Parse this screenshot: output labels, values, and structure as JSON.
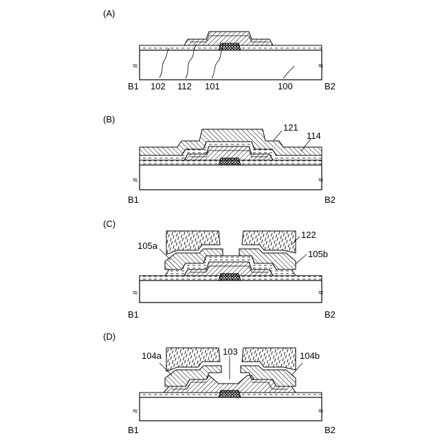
{
  "panels": [
    {
      "id": "A",
      "label": "(A)",
      "left_edge": "B1",
      "right_edge": "B2",
      "callouts": [
        "102",
        "112",
        "101",
        "100"
      ]
    },
    {
      "id": "B",
      "label": "(B)",
      "left_edge": "B1",
      "right_edge": "B2",
      "callouts": [
        "121",
        "114"
      ]
    },
    {
      "id": "C",
      "label": "(C)",
      "left_edge": "B1",
      "right_edge": "B2",
      "callouts": [
        "105a",
        "122",
        "105b"
      ]
    },
    {
      "id": "D",
      "label": "(D)",
      "left_edge": "B1",
      "right_edge": "B2",
      "callouts": [
        "104a",
        "103",
        "104b"
      ]
    }
  ]
}
